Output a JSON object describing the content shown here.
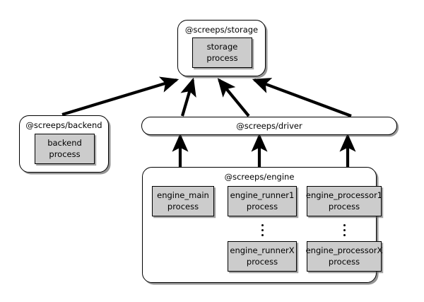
{
  "diagram": {
    "type": "architecture-block-diagram",
    "background": "#ffffff",
    "line_color": "#000000",
    "process_fill": "#cccccc"
  },
  "packages": {
    "storage": {
      "title": "@screeps/storage",
      "process": {
        "line1": "storage",
        "line2": "process"
      }
    },
    "backend": {
      "title": "@screeps/backend",
      "process": {
        "line1": "backend",
        "line2": "process"
      }
    },
    "driver": {
      "title": "@screeps/driver"
    },
    "engine": {
      "title": "@screeps/engine",
      "processes": [
        {
          "line1": "engine_main",
          "line2": "process"
        },
        {
          "line1": "engine_runner1",
          "line2": "process"
        },
        {
          "line1": "engine_processor1",
          "line2": "process"
        },
        {
          "line1": "engine_runnerX",
          "line2": "process"
        },
        {
          "line1": "engine_processorX",
          "line2": "process"
        }
      ],
      "ellipsis_label": "vertical-ellipsis"
    }
  },
  "edges": [
    {
      "name": "backend-to-storage",
      "from": "backend",
      "to": "storage"
    },
    {
      "name": "driver-to-storage-left",
      "from": "driver",
      "to": "storage"
    },
    {
      "name": "driver-to-storage-middle",
      "from": "driver",
      "to": "storage"
    },
    {
      "name": "driver-to-storage-right",
      "from": "driver",
      "to": "storage"
    },
    {
      "name": "engine-main-to-driver",
      "from": "engine",
      "to": "driver"
    },
    {
      "name": "engine-runner-to-driver",
      "from": "engine",
      "to": "driver"
    },
    {
      "name": "engine-processor-to-driver",
      "from": "engine",
      "to": "driver"
    }
  ]
}
